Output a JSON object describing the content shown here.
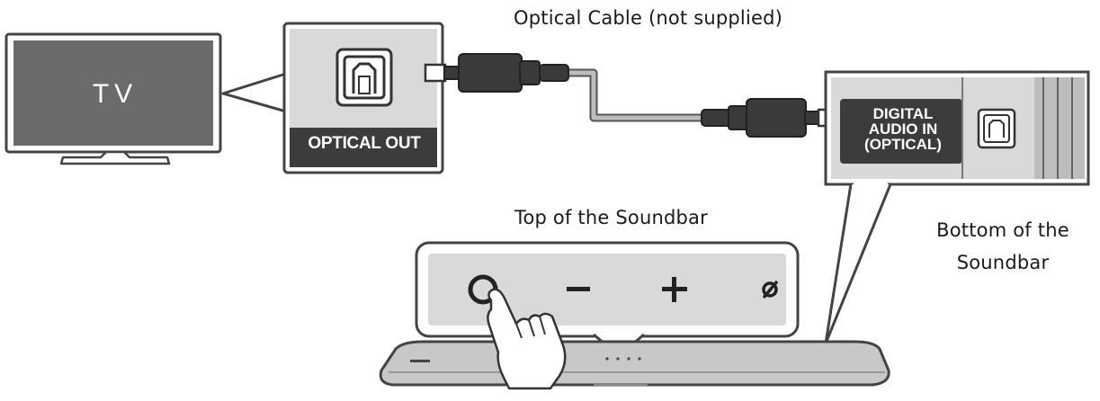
{
  "labels": {
    "tv": "TV",
    "optical_out": "OPTICAL OUT",
    "cable": "Optical Cable (not supplied)",
    "digital_audio_in": [
      "DIGITAL",
      "AUDIO IN",
      "(OPTICAL)"
    ],
    "top_of_soundbar": "Top of the Soundbar",
    "bottom_of_soundbar": [
      "Bottom of the",
      "Soundbar"
    ]
  },
  "controls": [
    {
      "name": "power",
      "glyph": "O"
    },
    {
      "name": "volume-down",
      "glyph": "−"
    },
    {
      "name": "volume-up",
      "glyph": "+"
    },
    {
      "name": "input",
      "glyph": "ø"
    }
  ],
  "colors": {
    "panel_fill": "#d9d9d9",
    "tv_screen": "#6b6b6b",
    "dark_label": "#3c3c3c",
    "outline": "#444444",
    "cable": "#bdbdbd"
  }
}
